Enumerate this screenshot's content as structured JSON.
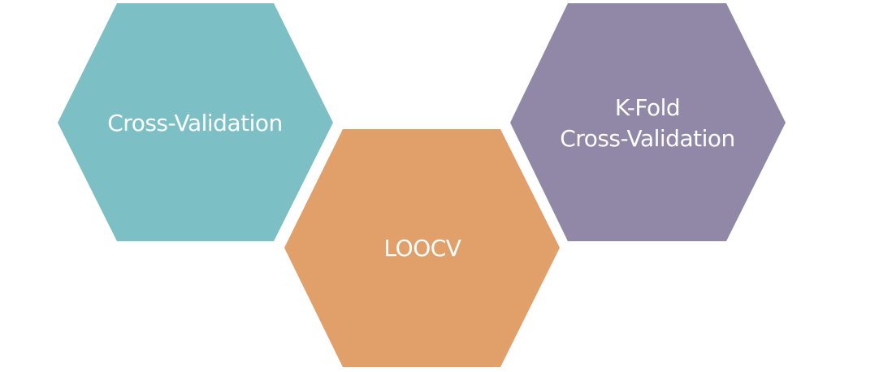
{
  "diagram": {
    "hexagons": [
      {
        "id": "cross-validation",
        "lines": [
          "Cross-Validation"
        ],
        "color": "#7cc0c6"
      },
      {
        "id": "loocv",
        "lines": [
          "LOOCV"
        ],
        "color": "#e19f69"
      },
      {
        "id": "k-fold",
        "lines": [
          "K-Fold",
          "Cross-Validation"
        ],
        "color": "#9187a7"
      }
    ]
  }
}
